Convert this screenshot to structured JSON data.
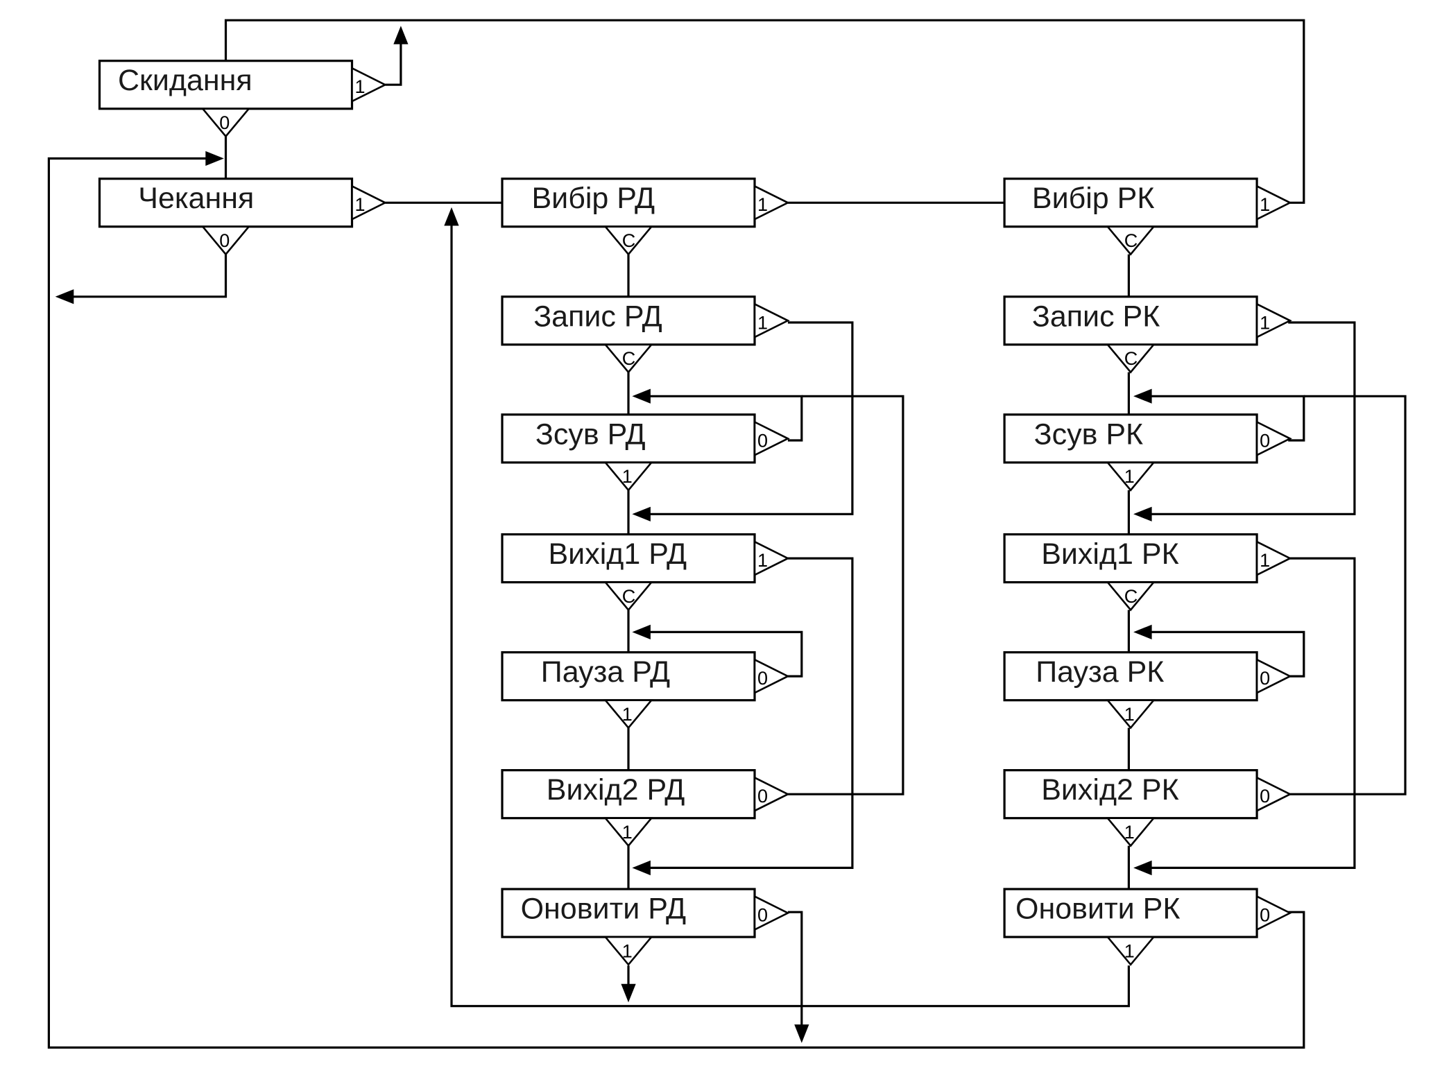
{
  "states": [
    {
      "id": "reset",
      "label": "Скидання",
      "out_right": "1",
      "out_bottom": "0"
    },
    {
      "id": "wait",
      "label": "Чекання",
      "out_right": "1",
      "out_bottom": "0"
    },
    {
      "id": "sel_rd",
      "label": "Вибір РД",
      "out_right": "1",
      "out_bottom": "C"
    },
    {
      "id": "wr_rd",
      "label": "Запис РД",
      "out_right": "1",
      "out_bottom": "C"
    },
    {
      "id": "sh_rd",
      "label": "Зсув РД",
      "out_right": "0",
      "out_bottom": "1"
    },
    {
      "id": "ex1_rd",
      "label": "Вихід1 РД",
      "out_right": "1",
      "out_bottom": "C"
    },
    {
      "id": "pa_rd",
      "label": "Пауза РД",
      "out_right": "0",
      "out_bottom": "1"
    },
    {
      "id": "ex2_rd",
      "label": "Вихід2 РД",
      "out_right": "0",
      "out_bottom": "1"
    },
    {
      "id": "up_rd",
      "label": "Оновити РД",
      "out_right": "0",
      "out_bottom": "1"
    },
    {
      "id": "sel_rk",
      "label": "Вибір РК",
      "out_right": "1",
      "out_bottom": "C"
    },
    {
      "id": "wr_rk",
      "label": "Запис РК",
      "out_right": "1",
      "out_bottom": "C"
    },
    {
      "id": "sh_rk",
      "label": "Зсув РК",
      "out_right": "0",
      "out_bottom": "1"
    },
    {
      "id": "ex1_rk",
      "label": "Вихід1 РК",
      "out_right": "1",
      "out_bottom": "C"
    },
    {
      "id": "pa_rk",
      "label": "Пауза РК",
      "out_right": "0",
      "out_bottom": "1"
    },
    {
      "id": "ex2_rk",
      "label": "Вихід2 РК",
      "out_right": "0",
      "out_bottom": "1"
    },
    {
      "id": "up_rk",
      "label": "Оновити РК",
      "out_right": "0",
      "out_bottom": "1"
    }
  ],
  "colors": {
    "line": "#000000",
    "background": "#ffffff",
    "text": "#1a1a1a"
  }
}
